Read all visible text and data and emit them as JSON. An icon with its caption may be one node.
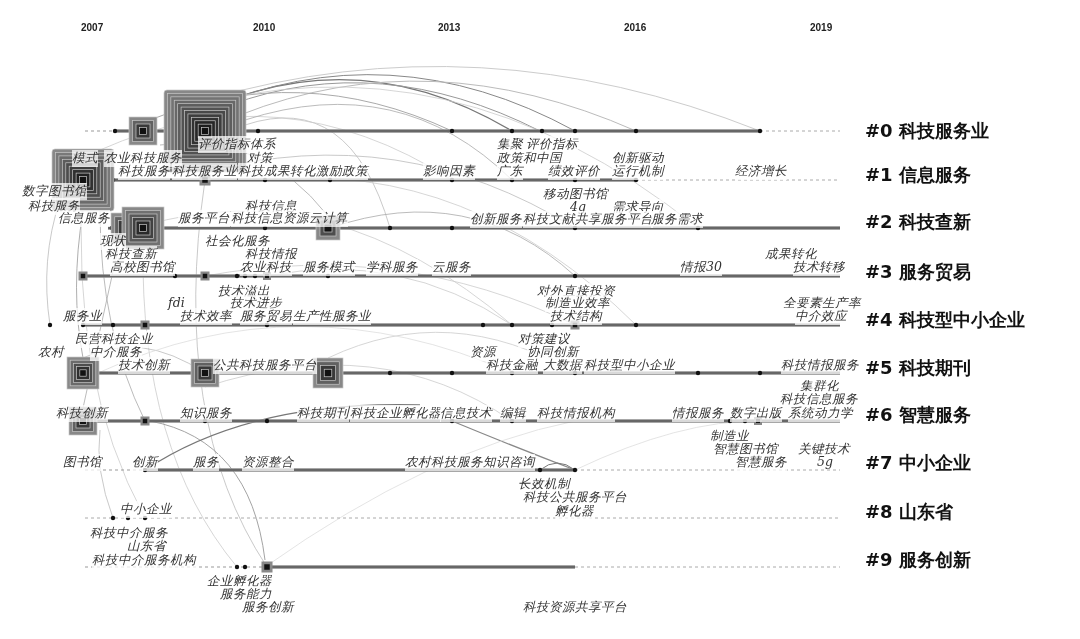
{
  "diagram": {
    "labels": [
      "2007",
      "2010",
      "2013",
      "2016",
      "2019",
      "#0 科技服务业",
      "评价指标体系",
      "集聚",
      "评价指标",
      "模式",
      "农业科技服务",
      "对策",
      "政策和中国",
      "创新驱动",
      "科技服务",
      "科技服务业",
      "科技成果转化",
      "激励政策",
      "影响因素",
      "广东",
      "绩效评价",
      "运行机制",
      "经济增长",
      "#1 信息服务",
      "数字图书馆",
      "移动图书馆",
      "科技服务",
      "科技信息",
      "4g",
      "需求导向",
      "信息服务",
      "服务平台",
      "科技信息资源",
      "云计算",
      "创新服务",
      "科技文献共享服务平台",
      "服务需求",
      "#2 科技查新",
      "现状",
      "社会化服务",
      "科技查新",
      "科技情报",
      "成果转化",
      "高校图书馆",
      "农业科技",
      "服务模式",
      "学科服务",
      "云服务",
      "情报30",
      "技术转移",
      "#3 服务贸易",
      "技术溢出",
      "对外直接投资",
      "fdi",
      "技术进步",
      "制造业效率",
      "全要素生产率",
      "服务业",
      "技术效率",
      "服务贸易",
      "生产性服务业",
      "技术结构",
      "中介效应",
      "#4 科技型中小企业",
      "民营科技企业",
      "对策建议",
      "农村",
      "中介服务",
      "资源",
      "协同创新",
      "技术创新",
      "公共科技服务平台",
      "科技金融",
      "大数据",
      "科技型中小企业",
      "科技情报服务",
      "#5 科技期刊",
      "集群化",
      "科技信息服务",
      "科技创新",
      "知识服务",
      "科技期刊",
      "科技企业孵化器",
      "信息技术",
      "编辑",
      "科技情报机构",
      "情报服务",
      "数字出版",
      "系统动力学",
      "#6 智慧服务",
      "制造业",
      "智慧图书馆",
      "关键技术",
      "图书馆",
      "创新",
      "服务",
      "资源整合",
      "农村科技服务",
      "知识咨询",
      "智慧服务",
      "5g",
      "#7 中小企业",
      "长效机制",
      "科技公共服务平台",
      "中小企业",
      "孵化器",
      "#8 山东省",
      "科技中介服务",
      "山东省",
      "科技中介服务机构",
      "#9 服务创新",
      "企业孵化器",
      "服务能力",
      "服务创新",
      "科技资源共享平台"
    ]
  }
}
